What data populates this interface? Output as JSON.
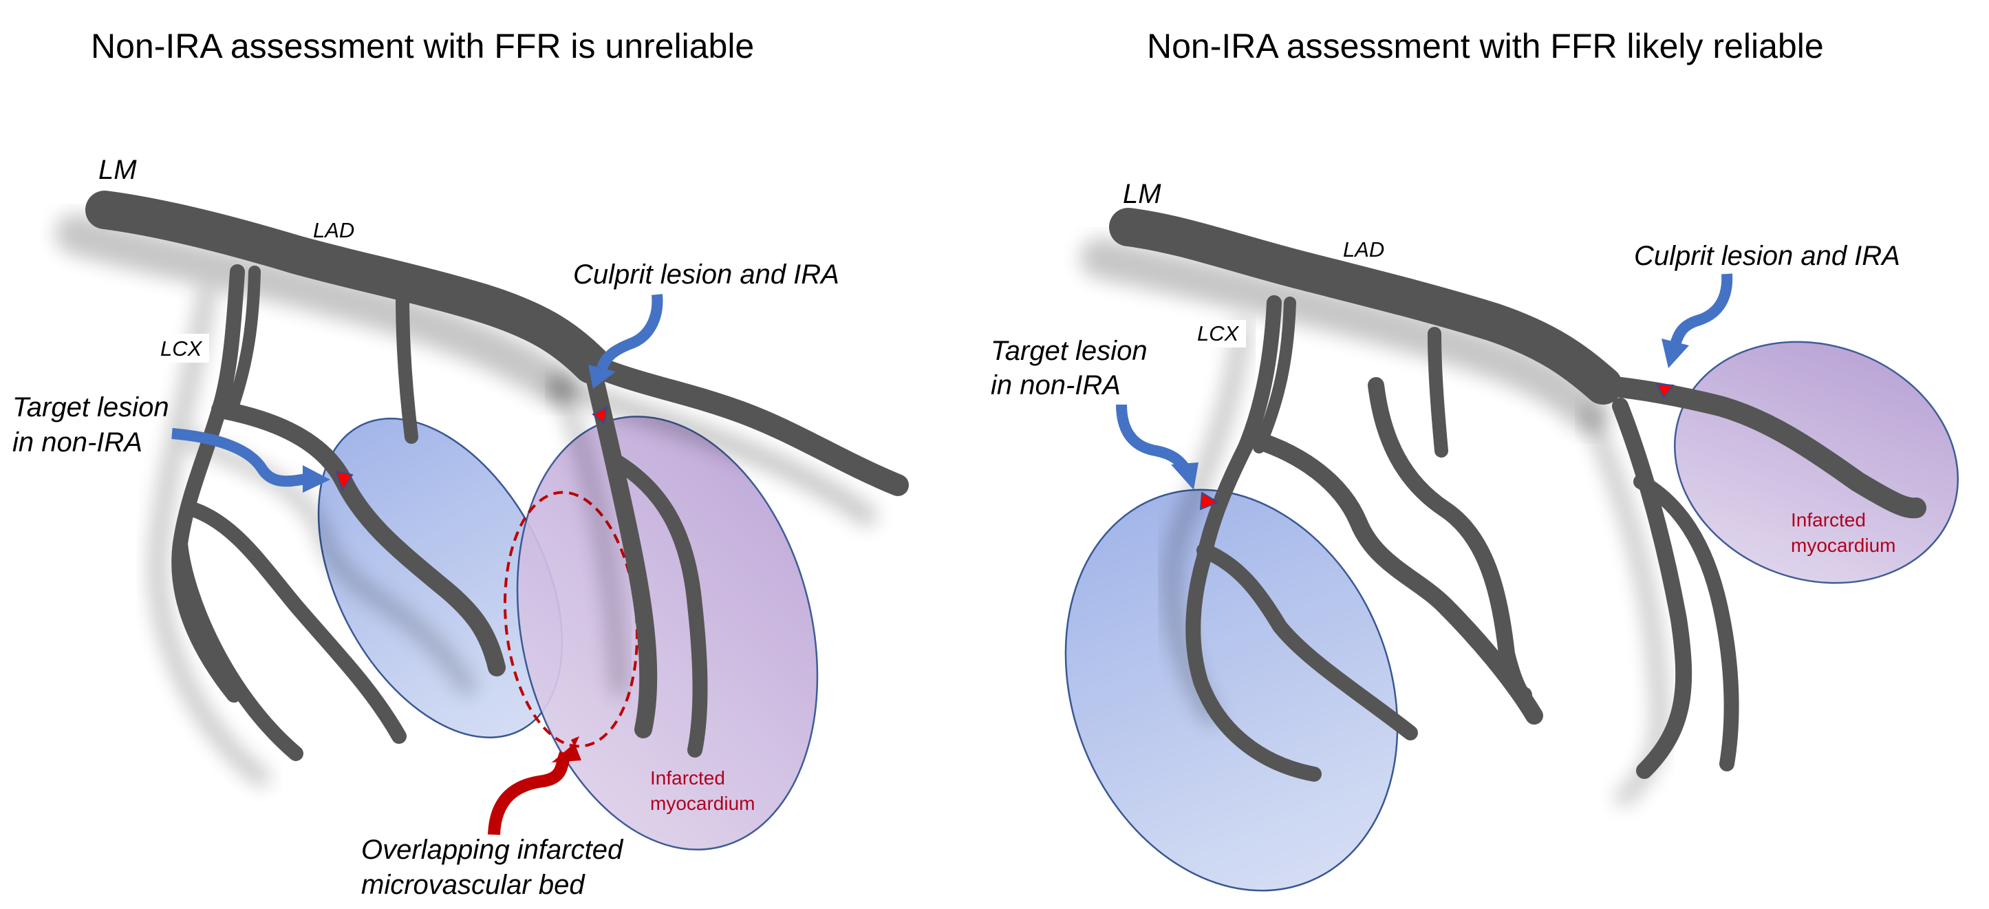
{
  "panels": [
    {
      "title": "Non-IRA assessment with FFR is unreliable",
      "labels": {
        "lm": "LM",
        "lad": "LAD",
        "lcx": "LCX",
        "culprit": "Culprit lesion and IRA",
        "target_line1": "Target lesion",
        "target_line2": "in non-IRA",
        "infarct_line1": "Infarcted",
        "infarct_line2": "myocardium",
        "overlap_line1": "Overlapping infarcted",
        "overlap_line2": "microvascular bed"
      }
    },
    {
      "title": "Non-IRA assessment with FFR likely reliable",
      "labels": {
        "lm": "LM",
        "lad": "LAD",
        "lcx": "LCX",
        "culprit": "Culprit lesion and IRA",
        "target_line1": "Target lesion",
        "target_line2": "in non-IRA",
        "infarct_line1": "Infarcted",
        "infarct_line2": "myocardium"
      }
    }
  ],
  "colors": {
    "vessel": "#555555",
    "non_ira_territory": "#a9bcec",
    "infarct_territory": "#bba5d8",
    "territory_outline": "#2f4f8f",
    "lesion_marker": "#ff0000",
    "pointer_arrow": "#4472c4",
    "overlap_arrow": "#c00000",
    "infarct_text": "#b0001e"
  },
  "icons": [
    "lesion-marker-icon",
    "blue-curved-arrow-icon",
    "red-curved-arrow-icon"
  ]
}
